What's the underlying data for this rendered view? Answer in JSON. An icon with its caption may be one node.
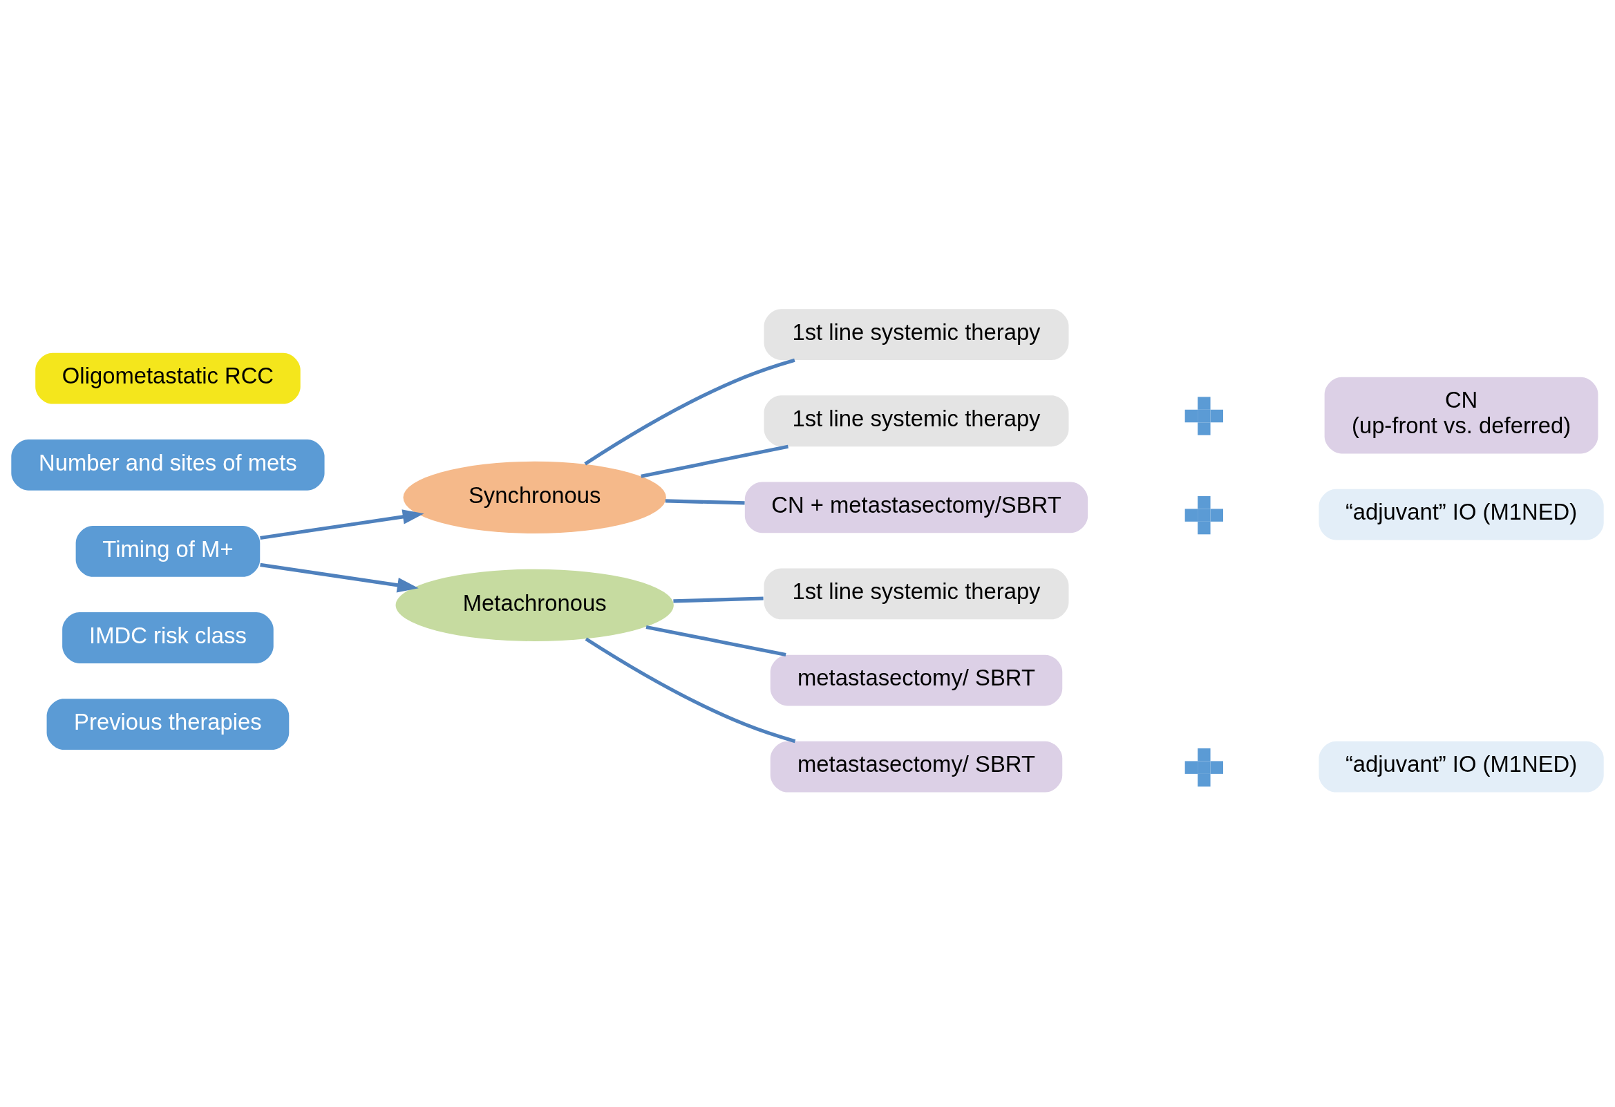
{
  "diagram": {
    "nodes": [
      {
        "text": [
          "Oligometastatic RCC"
        ]
      },
      {
        "text": [
          "Number and sites of mets"
        ]
      },
      {
        "text": [
          "Timing of M+"
        ]
      },
      {
        "text": [
          "IMDC risk class"
        ]
      },
      {
        "text": [
          "Previous therapies"
        ]
      },
      {
        "text": [
          "Synchronous"
        ]
      },
      {
        "text": [
          "Metachronous"
        ]
      },
      {
        "text": [
          "1st line systemic therapy"
        ]
      },
      {
        "text": [
          "1st line systemic therapy"
        ]
      },
      {
        "text": [],
        "shape": "plus"
      },
      {
        "text": [
          "CN",
          "(up-front vs. deferred)"
        ]
      },
      {
        "text": [
          "CN + metastasectomy/SBRT"
        ]
      },
      {
        "text": [],
        "shape": "plus"
      },
      {
        "text": [
          "“adjuvant” IO (M1NED)"
        ]
      },
      {
        "text": [
          "1st line systemic therapy"
        ]
      },
      {
        "text": [
          "metastasectomy/ SBRT"
        ]
      },
      {
        "text": [
          "metastasectomy/ SBRT"
        ]
      },
      {
        "text": [],
        "shape": "plus"
      },
      {
        "text": [
          "“adjuvant” IO (M1NED)"
        ]
      }
    ],
    "edges": [
      {
        "from": 2,
        "to": 5,
        "arrow": "to"
      },
      {
        "from": 2,
        "to": 6,
        "arrow": "to"
      },
      {
        "from": 5,
        "to": 7,
        "arrow": "none"
      },
      {
        "from": 5,
        "to": 8,
        "arrow": "none"
      },
      {
        "from": 5,
        "to": 11,
        "arrow": "none"
      },
      {
        "from": 6,
        "to": 14,
        "arrow": "none"
      },
      {
        "from": 6,
        "to": 15,
        "arrow": "none"
      },
      {
        "from": 6,
        "to": 16,
        "arrow": "none"
      }
    ]
  }
}
